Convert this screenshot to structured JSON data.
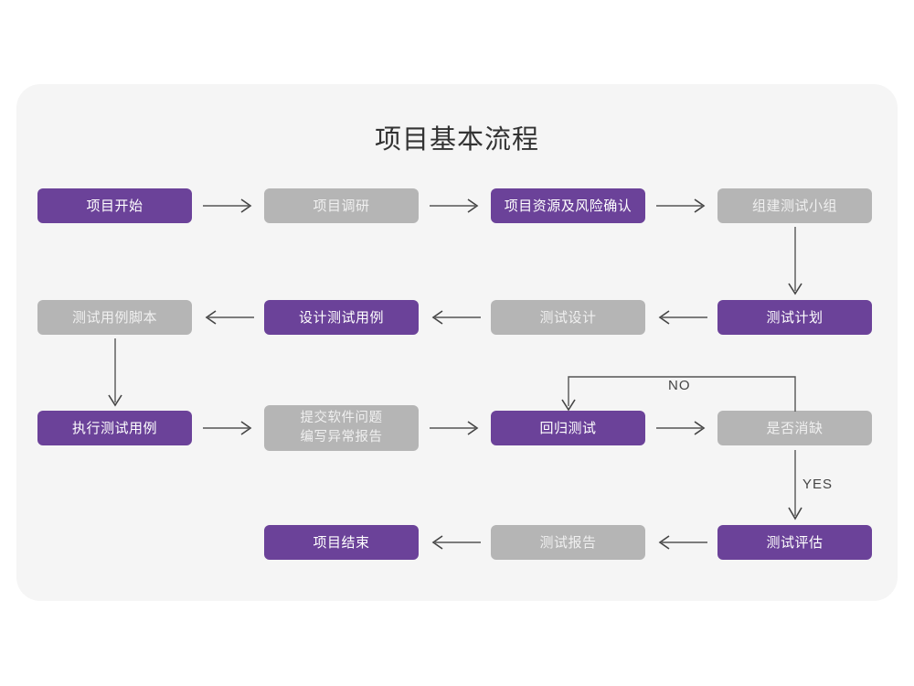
{
  "page": {
    "title": "项目基本流程",
    "background": "#ffffff",
    "panel_color": "#f5f5f5",
    "accent_purple": "#6b4299",
    "muted_gray": "#b5b5b5",
    "connector_color": "#555555"
  },
  "nodes": [
    {
      "id": "project-start",
      "label": "项目开始",
      "style": "purple"
    },
    {
      "id": "project-research",
      "label": "项目调研",
      "style": "gray"
    },
    {
      "id": "resource-risk-confirm",
      "label": "项目资源及风险确认",
      "style": "purple"
    },
    {
      "id": "build-test-team",
      "label": "组建测试小组",
      "style": "gray"
    },
    {
      "id": "test-case-script",
      "label": "测试用例脚本",
      "style": "gray"
    },
    {
      "id": "design-test-case",
      "label": "设计测试用例",
      "style": "purple"
    },
    {
      "id": "test-design",
      "label": "测试设计",
      "style": "gray"
    },
    {
      "id": "test-plan",
      "label": "测试计划",
      "style": "purple"
    },
    {
      "id": "execute-test-case",
      "label": "执行测试用例",
      "style": "purple"
    },
    {
      "id": "submit-issue-report",
      "label": "提交软件问题\n编写异常报告",
      "style": "gray"
    },
    {
      "id": "regression-test",
      "label": "回归测试",
      "style": "purple"
    },
    {
      "id": "defect-cleared",
      "label": "是否消缺",
      "style": "gray"
    },
    {
      "id": "project-end",
      "label": "项目结束",
      "style": "purple"
    },
    {
      "id": "test-report",
      "label": "测试报告",
      "style": "gray"
    },
    {
      "id": "test-evaluation",
      "label": "测试评估",
      "style": "purple"
    }
  ],
  "edge_labels": {
    "no": "NO",
    "yes": "YES"
  }
}
